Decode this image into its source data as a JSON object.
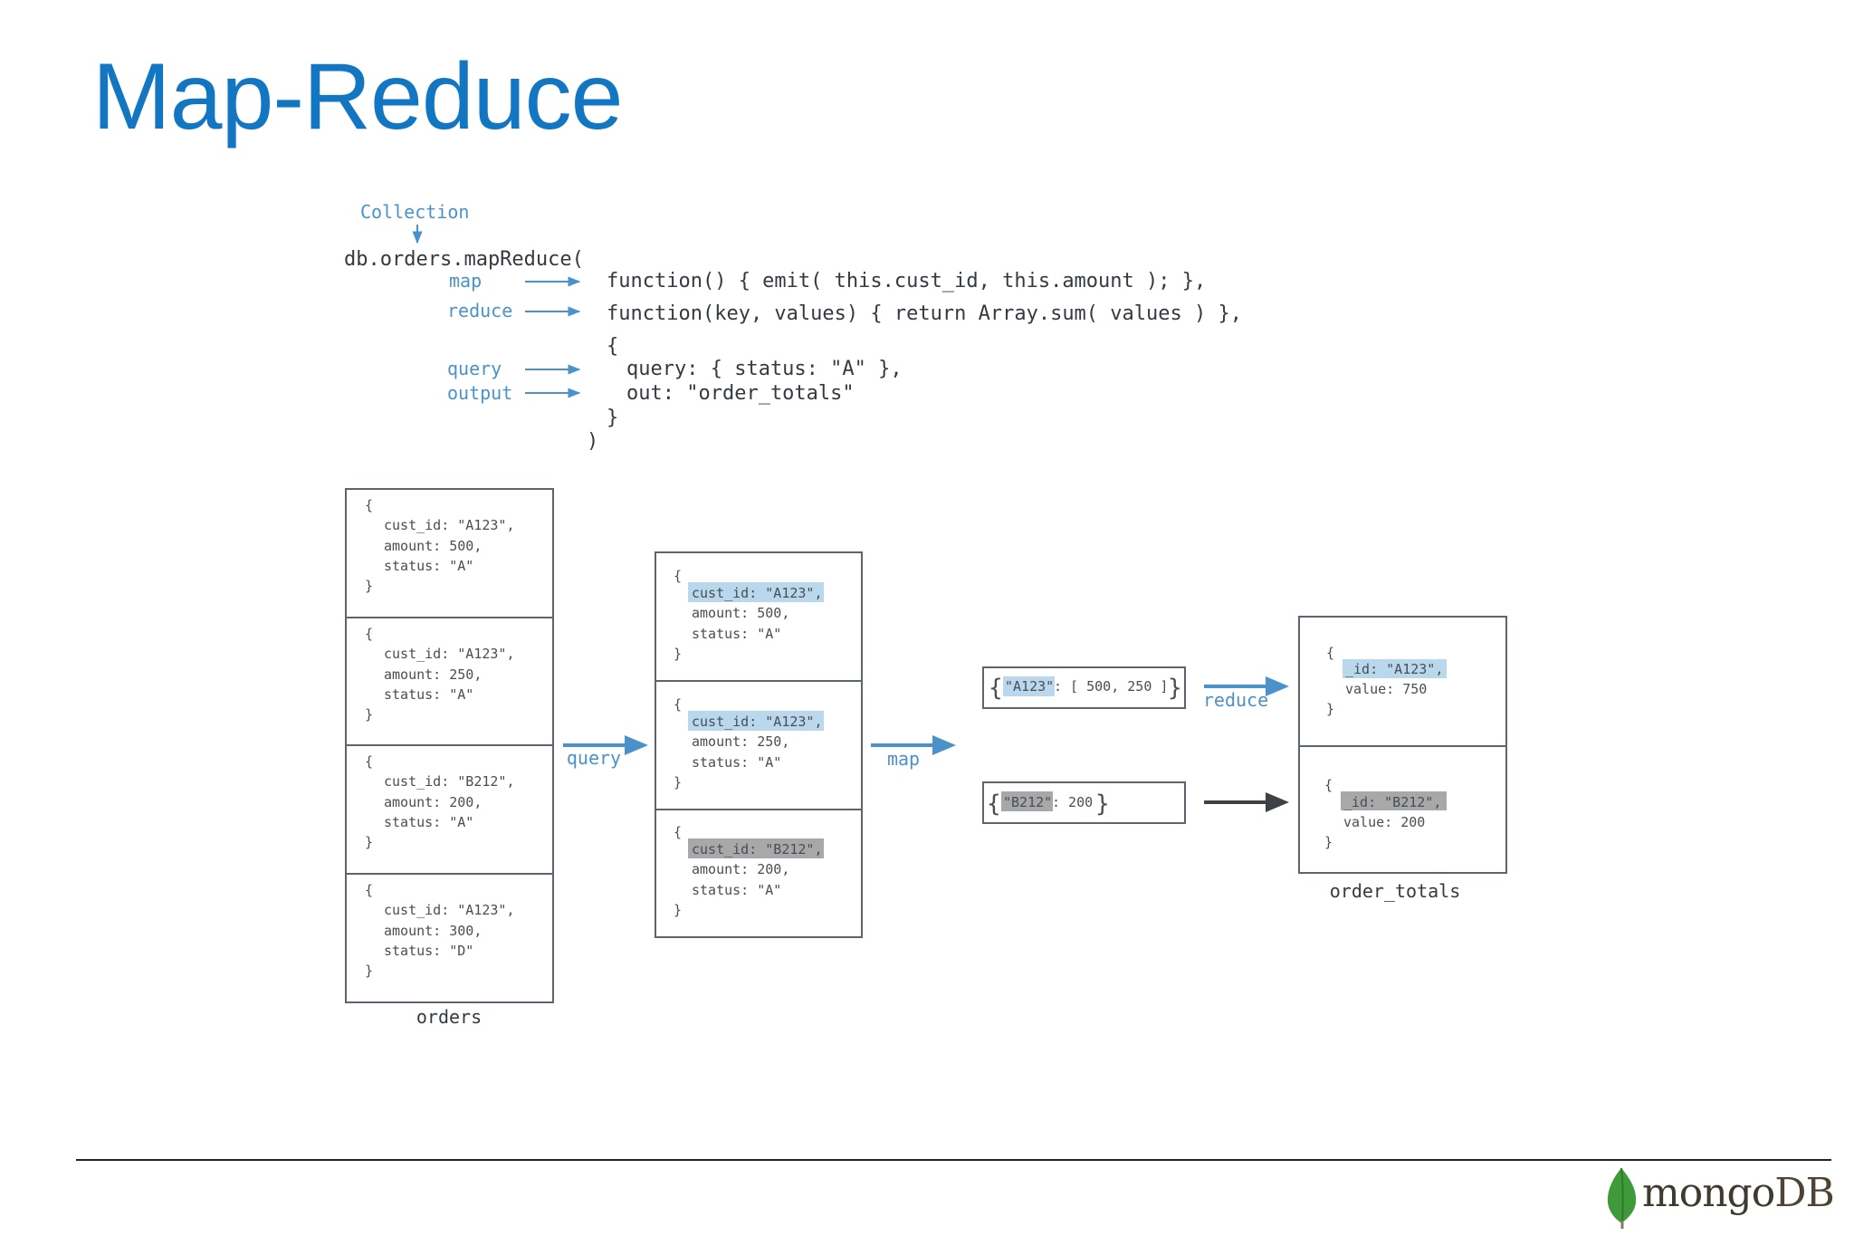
{
  "slide": {
    "title": "Map-Reduce"
  },
  "code": {
    "collection_label": "Collection",
    "line_call": "db.orders.mapReduce(",
    "line_map": "function() { emit( this.cust_id, this.amount ); },",
    "line_reduce": "function(key, values) { return Array.sum( values ) },",
    "line_open": "{",
    "line_query": "query: { status: \"A\" },",
    "line_out": "out: \"order_totals\"",
    "line_close_obj": "}",
    "line_close_call": ")",
    "labels": {
      "map": "map",
      "reduce": "reduce",
      "query": "query",
      "output": "output"
    }
  },
  "orders": {
    "caption": "orders",
    "docs": [
      {
        "open": "{",
        "l1": "cust_id: \"A123\",",
        "l2": "amount: 500,",
        "l3": "status: \"A\"",
        "close": "}"
      },
      {
        "open": "{",
        "l1": "cust_id: \"A123\",",
        "l2": "amount: 250,",
        "l3": "status: \"A\"",
        "close": "}"
      },
      {
        "open": "{",
        "l1": "cust_id: \"B212\",",
        "l2": "amount: 200,",
        "l3": "status: \"A\"",
        "close": "}"
      },
      {
        "open": "{",
        "l1": "cust_id: \"A123\",",
        "l2": "amount: 300,",
        "l3": "status: \"D\"",
        "close": "}"
      }
    ]
  },
  "filtered": {
    "docs": [
      {
        "open": "{",
        "l1": "cust_id: \"A123\",",
        "l2": "amount: 500,",
        "l3": "status: \"A\"",
        "close": "}"
      },
      {
        "open": "{",
        "l1": "cust_id: \"A123\",",
        "l2": "amount: 250,",
        "l3": "status: \"A\"",
        "close": "}"
      },
      {
        "open": "{",
        "l1": "cust_id: \"B212\",",
        "l2": "amount: 200,",
        "l3": "status: \"A\"",
        "close": "}"
      }
    ]
  },
  "arrows": {
    "query": "query",
    "map": "map",
    "reduce": "reduce"
  },
  "emitted": [
    {
      "key": "\"A123\"",
      "rest": ": [ 500, 250 ]"
    },
    {
      "key": "\"B212\"",
      "rest": ": 200"
    }
  ],
  "order_totals": {
    "caption": "order_totals",
    "docs": [
      {
        "open": "{",
        "l1": "_id: \"A123\",",
        "l2": "value: 750",
        "close": "}"
      },
      {
        "open": "{",
        "l1": "_id: \"B212\",",
        "l2": "value: 200",
        "close": "}"
      }
    ]
  },
  "colors": {
    "title": "#1376c2",
    "label_blue": "#4a92c9",
    "highlight_blue": "#b9d8ee",
    "highlight_gray": "#a6a8aa",
    "logo_leaf": "#3f9a3a"
  },
  "logo": {
    "text_a": "mongo",
    "text_b": "DB"
  }
}
